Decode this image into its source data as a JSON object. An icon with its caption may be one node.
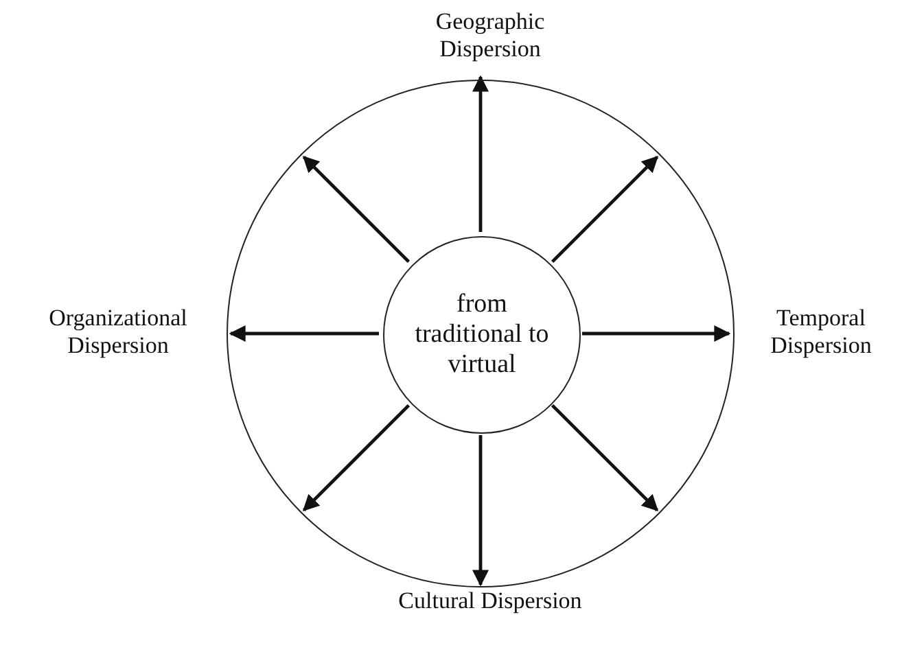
{
  "diagram": {
    "nodes": [
      {
        "text": [],
        "shape": "circle"
      },
      {
        "text": [
          "from traditional to virtual"
        ],
        "in": 0
      },
      {
        "text": [
          "Geographic Dispersion"
        ]
      },
      {
        "text": [
          "Organizational Dispersion"
        ]
      },
      {
        "text": [
          "Temporal Dispersion"
        ]
      },
      {
        "text": [
          "Cultural Dispersion"
        ]
      }
    ],
    "edges": [
      {
        "from": 1,
        "to": 2,
        "arrow": "to"
      },
      {
        "from": 1,
        "to": null,
        "arrow": "to"
      },
      {
        "from": 1,
        "to": 4,
        "arrow": "to"
      },
      {
        "from": 1,
        "to": null,
        "arrow": "to"
      },
      {
        "from": 1,
        "to": 5,
        "arrow": "to"
      },
      {
        "from": 1,
        "to": null,
        "arrow": "to"
      },
      {
        "from": 1,
        "to": 3,
        "arrow": "to"
      },
      {
        "from": 1,
        "to": null,
        "arrow": "to"
      }
    ]
  }
}
